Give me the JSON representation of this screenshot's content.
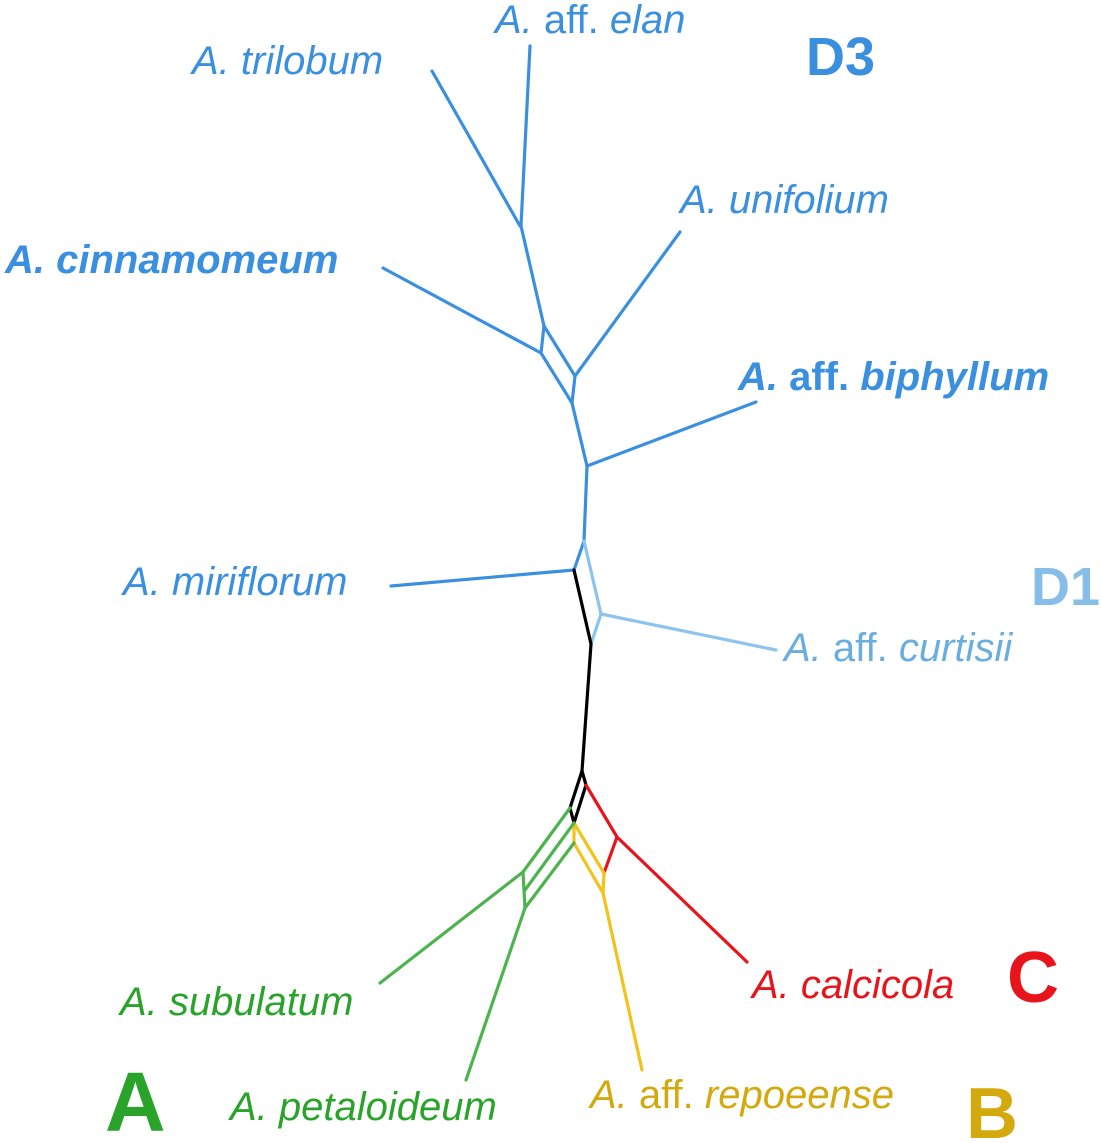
{
  "colors": {
    "D3": "#3b8fdf",
    "D1": "#8cc4ee",
    "core": "#000000",
    "A": "#4db34d",
    "B": "#f2c31a",
    "C": "#e8141c",
    "A_label": "#2aa32a",
    "B_label": "#d3a90e",
    "C_label": "#e8141c",
    "D1_label": "#86bde9",
    "D1_taxon": "#6aaddf"
  },
  "taxa": {
    "trilobum": {
      "prefix": "A. ",
      "name": "trilobum"
    },
    "elan": {
      "prefix": "A. ",
      "aff": "aff. ",
      "name": "elan"
    },
    "unifolium": {
      "prefix": "A. ",
      "name": "unifolium"
    },
    "cinnamomeum": {
      "prefix": "A. ",
      "name": "cinnamomeum"
    },
    "biphyllum": {
      "prefix": "A. ",
      "aff": "aff. ",
      "name": "biphyllum"
    },
    "miriflorum": {
      "prefix": "A. ",
      "name": "miriflorum"
    },
    "curtisii": {
      "prefix": "A. ",
      "aff": "aff. ",
      "name": "curtisii"
    },
    "subulatum": {
      "prefix": "A. ",
      "name": "subulatum"
    },
    "petaloideum": {
      "prefix": "A. ",
      "name": "petaloideum"
    },
    "repoeense": {
      "prefix": "A. ",
      "aff": "aff. ",
      "name": "repoeense"
    },
    "calcicola": {
      "prefix": "A. ",
      "name": "calcicola"
    }
  },
  "clades": {
    "D3": "D3",
    "D1": "D1",
    "A": "A",
    "B": "B",
    "C": "C"
  }
}
